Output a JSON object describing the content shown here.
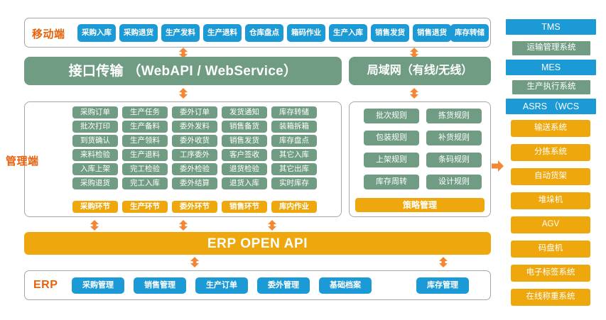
{
  "colors": {
    "blue": "#1b9ad6",
    "green": "#6f9c83",
    "orange": "#eea80d",
    "arrow": "#f58634",
    "label_orange": "#e8620c",
    "panel_border": "#a6a6a6"
  },
  "mobile": {
    "label": "移动端",
    "buttons": [
      "采购入库",
      "采购退货",
      "生产发料",
      "生产退料",
      "仓库盘点",
      "箱码作业",
      "生产入库",
      "销售发货",
      "销售退货",
      "库存转储"
    ]
  },
  "transport": {
    "api_bar": "接口传输 （WebAPI / WebService）",
    "lan_bar": "局域网（有线/无线）"
  },
  "management": {
    "label": "管理端",
    "columns": [
      {
        "footer": "采购环节",
        "items": [
          "采购订单",
          "批次打印",
          "到货确认",
          "来料检验",
          "入库上架",
          "采购退货"
        ]
      },
      {
        "footer": "生产环节",
        "items": [
          "生产任务",
          "生产备料",
          "生产领料",
          "生产退料",
          "完工检验",
          "完工入库"
        ]
      },
      {
        "footer": "委外环节",
        "items": [
          "委外订单",
          "委外发料",
          "委外收货",
          "工序委外",
          "委外检验",
          "委外结算"
        ]
      },
      {
        "footer": "销售环节",
        "items": [
          "发货通知",
          "销售备货",
          "销售发货",
          "客户签收",
          "退货检验",
          "退货入库"
        ]
      },
      {
        "footer": "库内作业",
        "items": [
          "库存转储",
          "装箱拆箱",
          "库存盘点",
          "其它入库",
          "其它出库",
          "实时库存"
        ]
      }
    ]
  },
  "strategy": {
    "footer": "策略管理",
    "rows": [
      [
        "批次规则",
        "拣货规则"
      ],
      [
        "包装规则",
        "补货规则"
      ],
      [
        "上架规则",
        "条码规则"
      ],
      [
        "库存周转",
        "设计规则"
      ]
    ]
  },
  "erp_api": {
    "label": "ERP  OPEN API"
  },
  "erp": {
    "label": "ERP",
    "buttons": [
      "采购管理",
      "销售管理",
      "生产订单",
      "委外管理",
      "基础档案",
      "库存管理"
    ]
  },
  "rail": {
    "groups": [
      {
        "head": "TMS",
        "sub": "运输管理系统"
      },
      {
        "head": "MES",
        "sub": "生产执行系统"
      },
      {
        "head": "ASRS （WCS",
        "sub": null
      }
    ],
    "items": [
      "输送系统",
      "分拣系统",
      "自动货架",
      "堆垛机",
      "AGV",
      "码盘机",
      "电子标签系统",
      "在线称重系统"
    ]
  }
}
